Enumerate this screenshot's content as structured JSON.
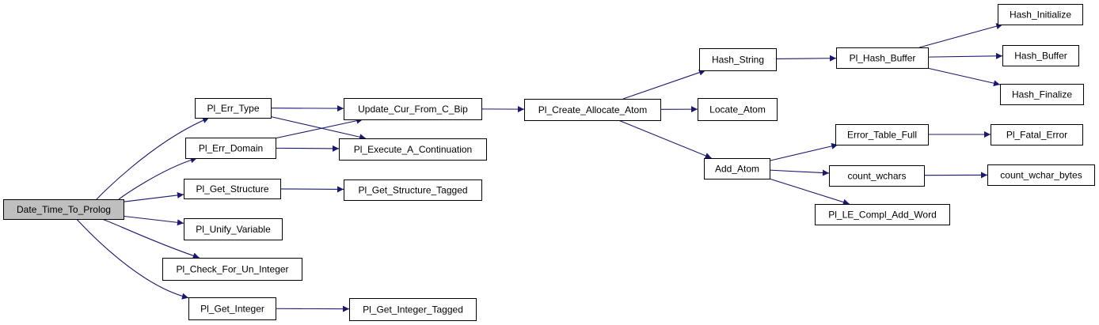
{
  "colors": {
    "edge": "#191970",
    "root_fill": "#bfbfbf",
    "node_fill": "#ffffff",
    "node_border": "#000000"
  },
  "nodes": [
    {
      "id": "root",
      "label": "Date_Time_To_Prolog",
      "root": true
    },
    {
      "id": "err_type",
      "label": "Pl_Err_Type"
    },
    {
      "id": "err_domain",
      "label": "Pl_Err_Domain"
    },
    {
      "id": "get_structure",
      "label": "Pl_Get_Structure"
    },
    {
      "id": "unify_variable",
      "label": "Pl_Unify_Variable"
    },
    {
      "id": "check_un_integer",
      "label": "Pl_Check_For_Un_Integer"
    },
    {
      "id": "get_integer",
      "label": "Pl_Get_Integer"
    },
    {
      "id": "update_cur",
      "label": "Update_Cur_From_C_Bip"
    },
    {
      "id": "exec_cont",
      "label": "Pl_Execute_A_Continuation"
    },
    {
      "id": "get_structure_tagged",
      "label": "Pl_Get_Structure_Tagged"
    },
    {
      "id": "get_integer_tagged",
      "label": "Pl_Get_Integer_Tagged"
    },
    {
      "id": "create_atom",
      "label": "Pl_Create_Allocate_Atom"
    },
    {
      "id": "hash_string",
      "label": "Hash_String"
    },
    {
      "id": "locate_atom",
      "label": "Locate_Atom"
    },
    {
      "id": "add_atom",
      "label": "Add_Atom"
    },
    {
      "id": "pl_hash_buffer",
      "label": "Pl_Hash_Buffer"
    },
    {
      "id": "error_table_full",
      "label": "Error_Table_Full"
    },
    {
      "id": "count_wchars",
      "label": "count_wchars"
    },
    {
      "id": "le_compl_add_word",
      "label": "Pl_LE_Compl_Add_Word"
    },
    {
      "id": "hash_initialize",
      "label": "Hash_Initialize"
    },
    {
      "id": "hash_buffer",
      "label": "Hash_Buffer"
    },
    {
      "id": "hash_finalize",
      "label": "Hash_Finalize"
    },
    {
      "id": "fatal_error",
      "label": "Pl_Fatal_Error"
    },
    {
      "id": "count_wchar_bytes",
      "label": "count_wchar_bytes"
    }
  ],
  "edges": [
    {
      "from": "root",
      "to": "err_type"
    },
    {
      "from": "root",
      "to": "err_domain"
    },
    {
      "from": "root",
      "to": "get_structure"
    },
    {
      "from": "root",
      "to": "unify_variable"
    },
    {
      "from": "root",
      "to": "check_un_integer"
    },
    {
      "from": "root",
      "to": "get_integer"
    },
    {
      "from": "err_type",
      "to": "update_cur"
    },
    {
      "from": "err_type",
      "to": "exec_cont"
    },
    {
      "from": "err_domain",
      "to": "update_cur"
    },
    {
      "from": "err_domain",
      "to": "exec_cont"
    },
    {
      "from": "get_structure",
      "to": "get_structure_tagged"
    },
    {
      "from": "get_integer",
      "to": "get_integer_tagged"
    },
    {
      "from": "update_cur",
      "to": "create_atom"
    },
    {
      "from": "create_atom",
      "to": "hash_string"
    },
    {
      "from": "create_atom",
      "to": "locate_atom"
    },
    {
      "from": "create_atom",
      "to": "add_atom"
    },
    {
      "from": "hash_string",
      "to": "pl_hash_buffer"
    },
    {
      "from": "pl_hash_buffer",
      "to": "hash_initialize"
    },
    {
      "from": "pl_hash_buffer",
      "to": "hash_buffer"
    },
    {
      "from": "pl_hash_buffer",
      "to": "hash_finalize"
    },
    {
      "from": "add_atom",
      "to": "error_table_full"
    },
    {
      "from": "add_atom",
      "to": "count_wchars"
    },
    {
      "from": "add_atom",
      "to": "le_compl_add_word"
    },
    {
      "from": "error_table_full",
      "to": "fatal_error"
    },
    {
      "from": "count_wchars",
      "to": "count_wchar_bytes"
    }
  ]
}
